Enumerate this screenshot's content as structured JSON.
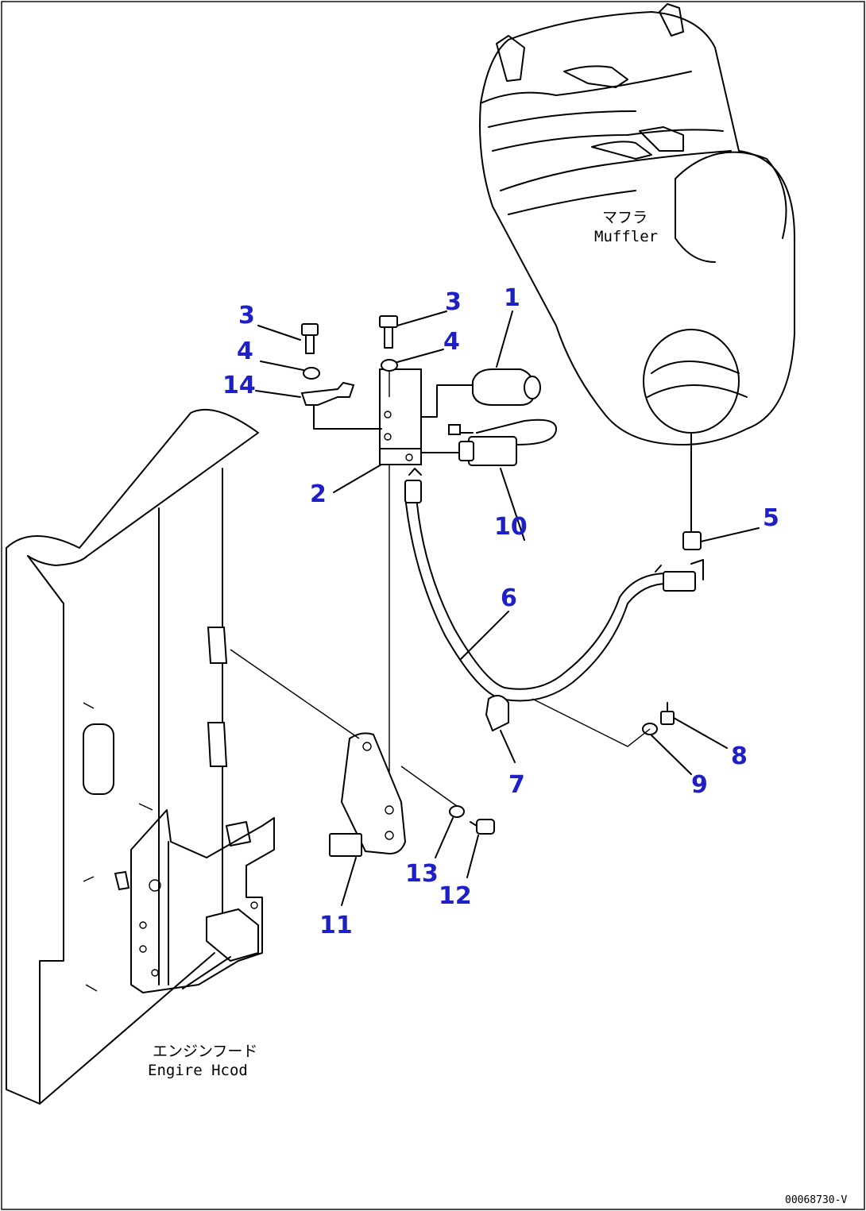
{
  "callouts": {
    "c1": "1",
    "c2": "2",
    "c3a": "3",
    "c3b": "3",
    "c4a": "4",
    "c4b": "4",
    "c5": "5",
    "c6": "6",
    "c7": "7",
    "c8": "8",
    "c9": "9",
    "c10": "10",
    "c11": "11",
    "c12": "12",
    "c13": "13",
    "c14": "14"
  },
  "labels": {
    "muffler_jp": "マフラ",
    "muffler_en": "Muffler",
    "hood_jp": "エンジンフード",
    "hood_en": "Engire Hcod"
  },
  "drawing_number": "00068730-V",
  "colors": {
    "callout": "#1f1fc8",
    "line": "#000000"
  }
}
